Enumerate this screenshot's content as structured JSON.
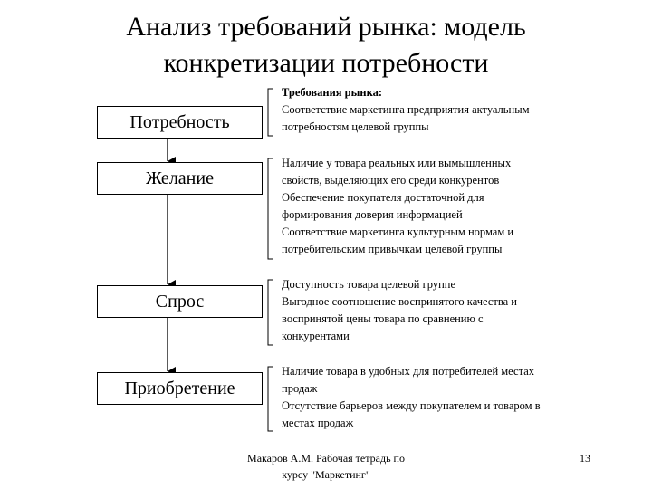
{
  "title": {
    "line1": "Анализ требований рынка: модель",
    "line2": "конкретизации потребности"
  },
  "stages": [
    "Потребность",
    "Желание",
    "Спрос",
    "Приобретение"
  ],
  "requirements": {
    "heading": "Требования рынка:",
    "groups": [
      {
        "lines": [
          "Соответствие маркетинга предприятия актуальным",
          "потребностям целевой группы"
        ]
      },
      {
        "lines": [
          "Наличие у товара реальных или вымышленных",
          "свойств, выделяющих его среди конкурентов",
          "Обеспечение покупателя достаточной для",
          "формирования доверия информацией",
          "Соответствие маркетинга культурным нормам и",
          "потребительским привычкам целевой группы"
        ]
      },
      {
        "lines": [
          "Доступность товара целевой группе",
          "Выгодное соотношение воспринятого качества и",
          "воспринятой цены товара по сравнению с",
          "конкурентами"
        ]
      },
      {
        "lines": [
          "Наличие товара в удобных для потребителей местах",
          "продаж",
          "Отсутствие барьеров между покупателем и товаром в",
          "местах продаж"
        ]
      }
    ]
  },
  "footer": {
    "author_line1": "Макаров А.М. Рабочая тетрадь по",
    "author_line2": "курсу \"Маркетинг\"",
    "page_number": "13"
  }
}
